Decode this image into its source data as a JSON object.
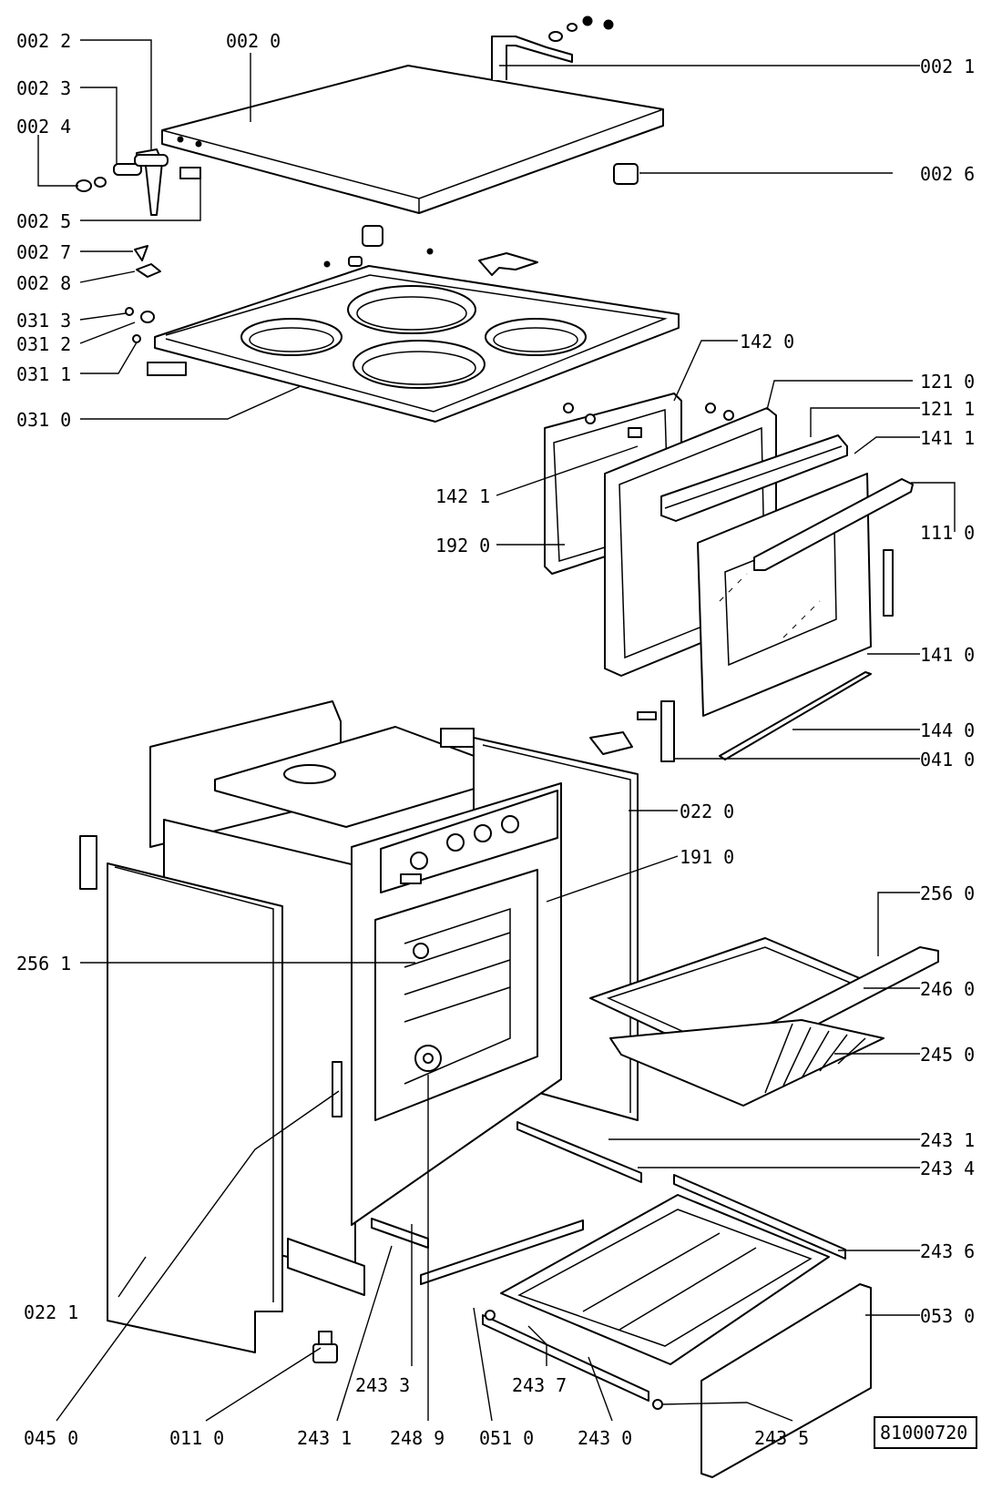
{
  "document_number": "81000720",
  "callouts": [
    {
      "id": "c0022",
      "text": "002 2"
    },
    {
      "id": "c0020",
      "text": "002 0"
    },
    {
      "id": "c0021",
      "text": "002 1"
    },
    {
      "id": "c0023",
      "text": "002 3"
    },
    {
      "id": "c0024",
      "text": "002 4"
    },
    {
      "id": "c0026",
      "text": "002 6"
    },
    {
      "id": "c0025",
      "text": "002 5"
    },
    {
      "id": "c0027",
      "text": "002 7"
    },
    {
      "id": "c0028",
      "text": "002 8"
    },
    {
      "id": "c0313",
      "text": "031 3"
    },
    {
      "id": "c0312",
      "text": "031 2"
    },
    {
      "id": "c0311",
      "text": "031 1"
    },
    {
      "id": "c0310",
      "text": "031 0"
    },
    {
      "id": "c1420",
      "text": "142 0"
    },
    {
      "id": "c1210",
      "text": "121 0"
    },
    {
      "id": "c1211",
      "text": "121 1"
    },
    {
      "id": "c1411",
      "text": "141 1"
    },
    {
      "id": "c1421",
      "text": "142 1"
    },
    {
      "id": "c1110",
      "text": "111 0"
    },
    {
      "id": "c1920",
      "text": "192 0"
    },
    {
      "id": "c1410",
      "text": "141 0"
    },
    {
      "id": "c1440",
      "text": "144 0"
    },
    {
      "id": "c0410",
      "text": "041 0"
    },
    {
      "id": "c0220",
      "text": "022 0"
    },
    {
      "id": "c1910",
      "text": "191 0"
    },
    {
      "id": "c2560",
      "text": "256 0"
    },
    {
      "id": "c2561",
      "text": "256 1"
    },
    {
      "id": "c2460",
      "text": "246 0"
    },
    {
      "id": "c2450",
      "text": "245 0"
    },
    {
      "id": "c2431a",
      "text": "243 1"
    },
    {
      "id": "c2434",
      "text": "243 4"
    },
    {
      "id": "c2436",
      "text": "243 6"
    },
    {
      "id": "c0530",
      "text": "053 0"
    },
    {
      "id": "c0221",
      "text": "022 1"
    },
    {
      "id": "c2433",
      "text": "243 3"
    },
    {
      "id": "c2437",
      "text": "243 7"
    },
    {
      "id": "c0450",
      "text": "045 0"
    },
    {
      "id": "c0110",
      "text": "011 0"
    },
    {
      "id": "c2431b",
      "text": "243 1"
    },
    {
      "id": "c2489",
      "text": "248 9"
    },
    {
      "id": "c0510",
      "text": "051 0"
    },
    {
      "id": "c2430",
      "text": "243 0"
    },
    {
      "id": "c2435",
      "text": "243 5"
    }
  ]
}
